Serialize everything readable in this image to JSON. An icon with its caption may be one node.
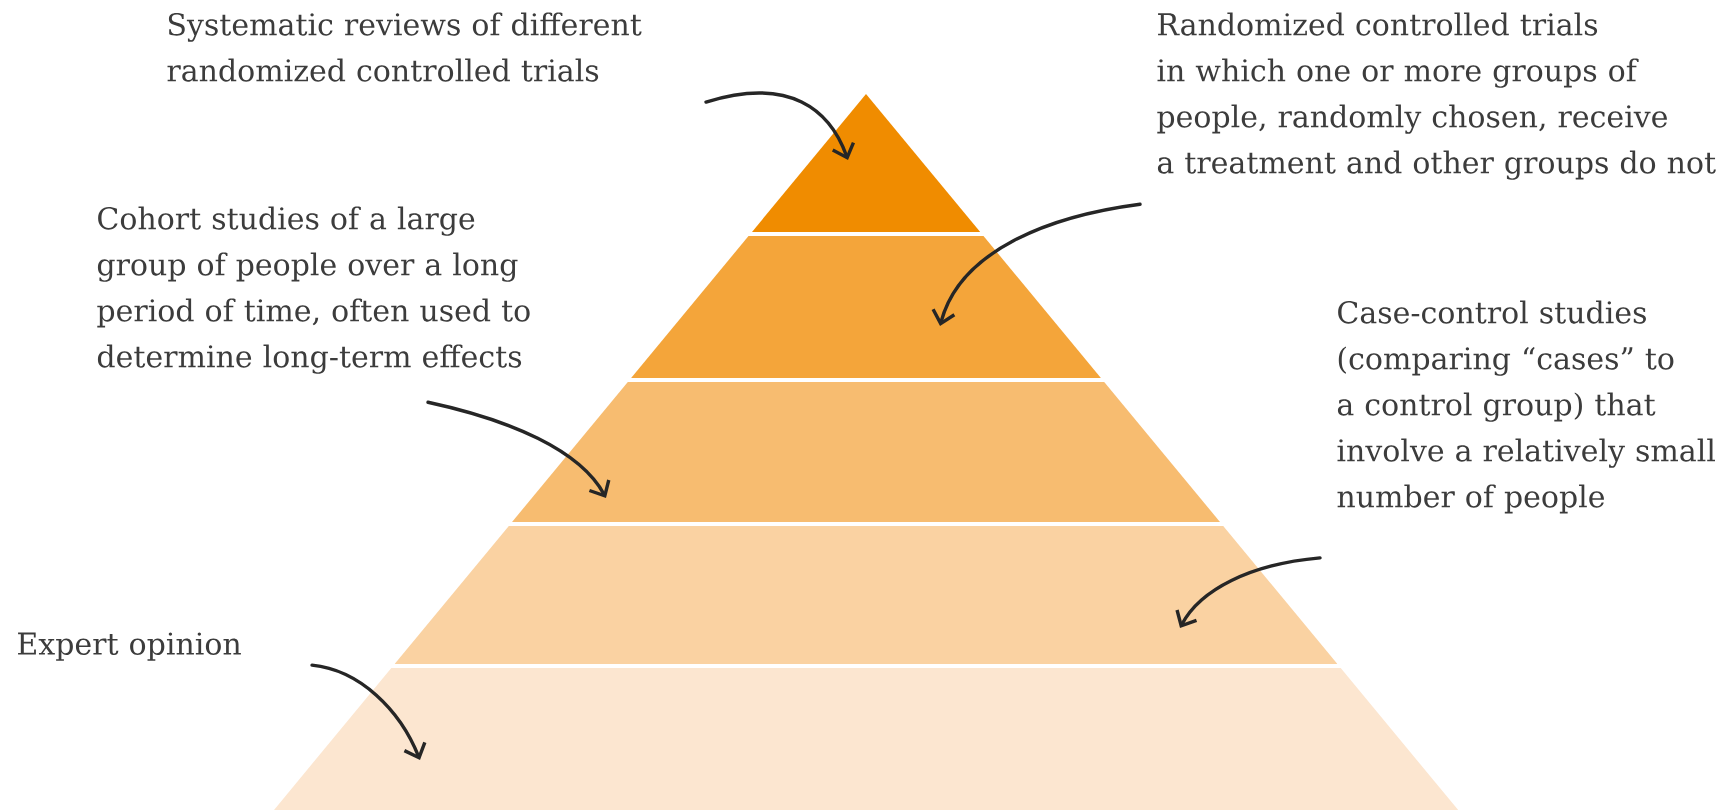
{
  "diagram": {
    "nodes": [
      {
        "text": [
          "Systematic reviews of different randomized controlled trials"
        ]
      },
      {
        "text": [
          "Randomized controlled trials in which one or more groups of people, randomly chosen, receive a treatment and other groups do not"
        ]
      },
      {
        "text": [
          "Cohort studies of a large group of people over a long period of time, often used to determine long-term effects"
        ]
      },
      {
        "text": [
          "Case-control studies (comparing “cases” to a control group) that involve a relatively small number of people"
        ]
      },
      {
        "text": [
          "Expert opinion"
        ]
      },
      {
        "text": [],
        "shape": "triangle"
      },
      {
        "text": [],
        "shape": "band"
      },
      {
        "text": [],
        "shape": "band"
      },
      {
        "text": [],
        "shape": "band"
      },
      {
        "text": [],
        "shape": "band"
      }
    ],
    "edges": [
      {
        "from": 0,
        "to": 5,
        "arrow": "to"
      },
      {
        "from": 1,
        "to": 6,
        "arrow": "to"
      },
      {
        "from": 2,
        "to": 7,
        "arrow": "to"
      },
      {
        "from": 3,
        "to": 8,
        "arrow": "to"
      },
      {
        "from": 4,
        "to": 9,
        "arrow": "to"
      }
    ]
  }
}
